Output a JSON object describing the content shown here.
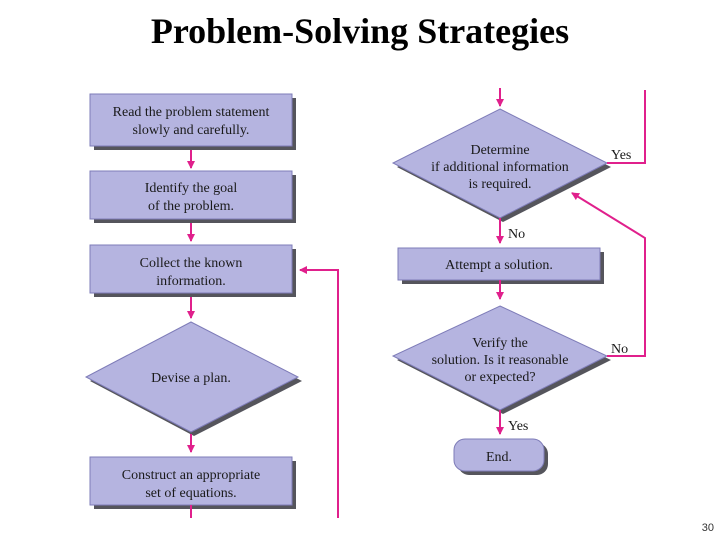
{
  "slide": {
    "title": "Problem-Solving Strategies",
    "page_number": "30"
  },
  "colors": {
    "box_fill": "#B5B4E0",
    "box_border": "#7E7CB8",
    "box_shadow": "#55555c",
    "arrow": "#E0208C",
    "text": "#1a1a1a",
    "end_fill": "#B5B4E0"
  },
  "flowchart": {
    "left_column": {
      "read_line1": "Read the problem statement",
      "read_line2": "slowly and carefully.",
      "goal_line1": "Identify the goal",
      "goal_line2": "of the problem.",
      "collect_line1": "Collect the known",
      "collect_line2": "information.",
      "plan": "Devise a plan.",
      "construct_line1": "Construct an appropriate",
      "construct_line2": "set of equations."
    },
    "right_column": {
      "determine_line1": "Determine",
      "determine_line2": "if additional information",
      "determine_line3": "is required.",
      "yes_label_1": "Yes",
      "no_label_1": "No",
      "attempt": "Attempt a solution.",
      "verify_line1": "Verify the",
      "verify_line2": "solution. Is it reasonable",
      "verify_line3": "or expected?",
      "no_label_2": "No",
      "yes_label_2": "Yes",
      "end": "End."
    }
  }
}
